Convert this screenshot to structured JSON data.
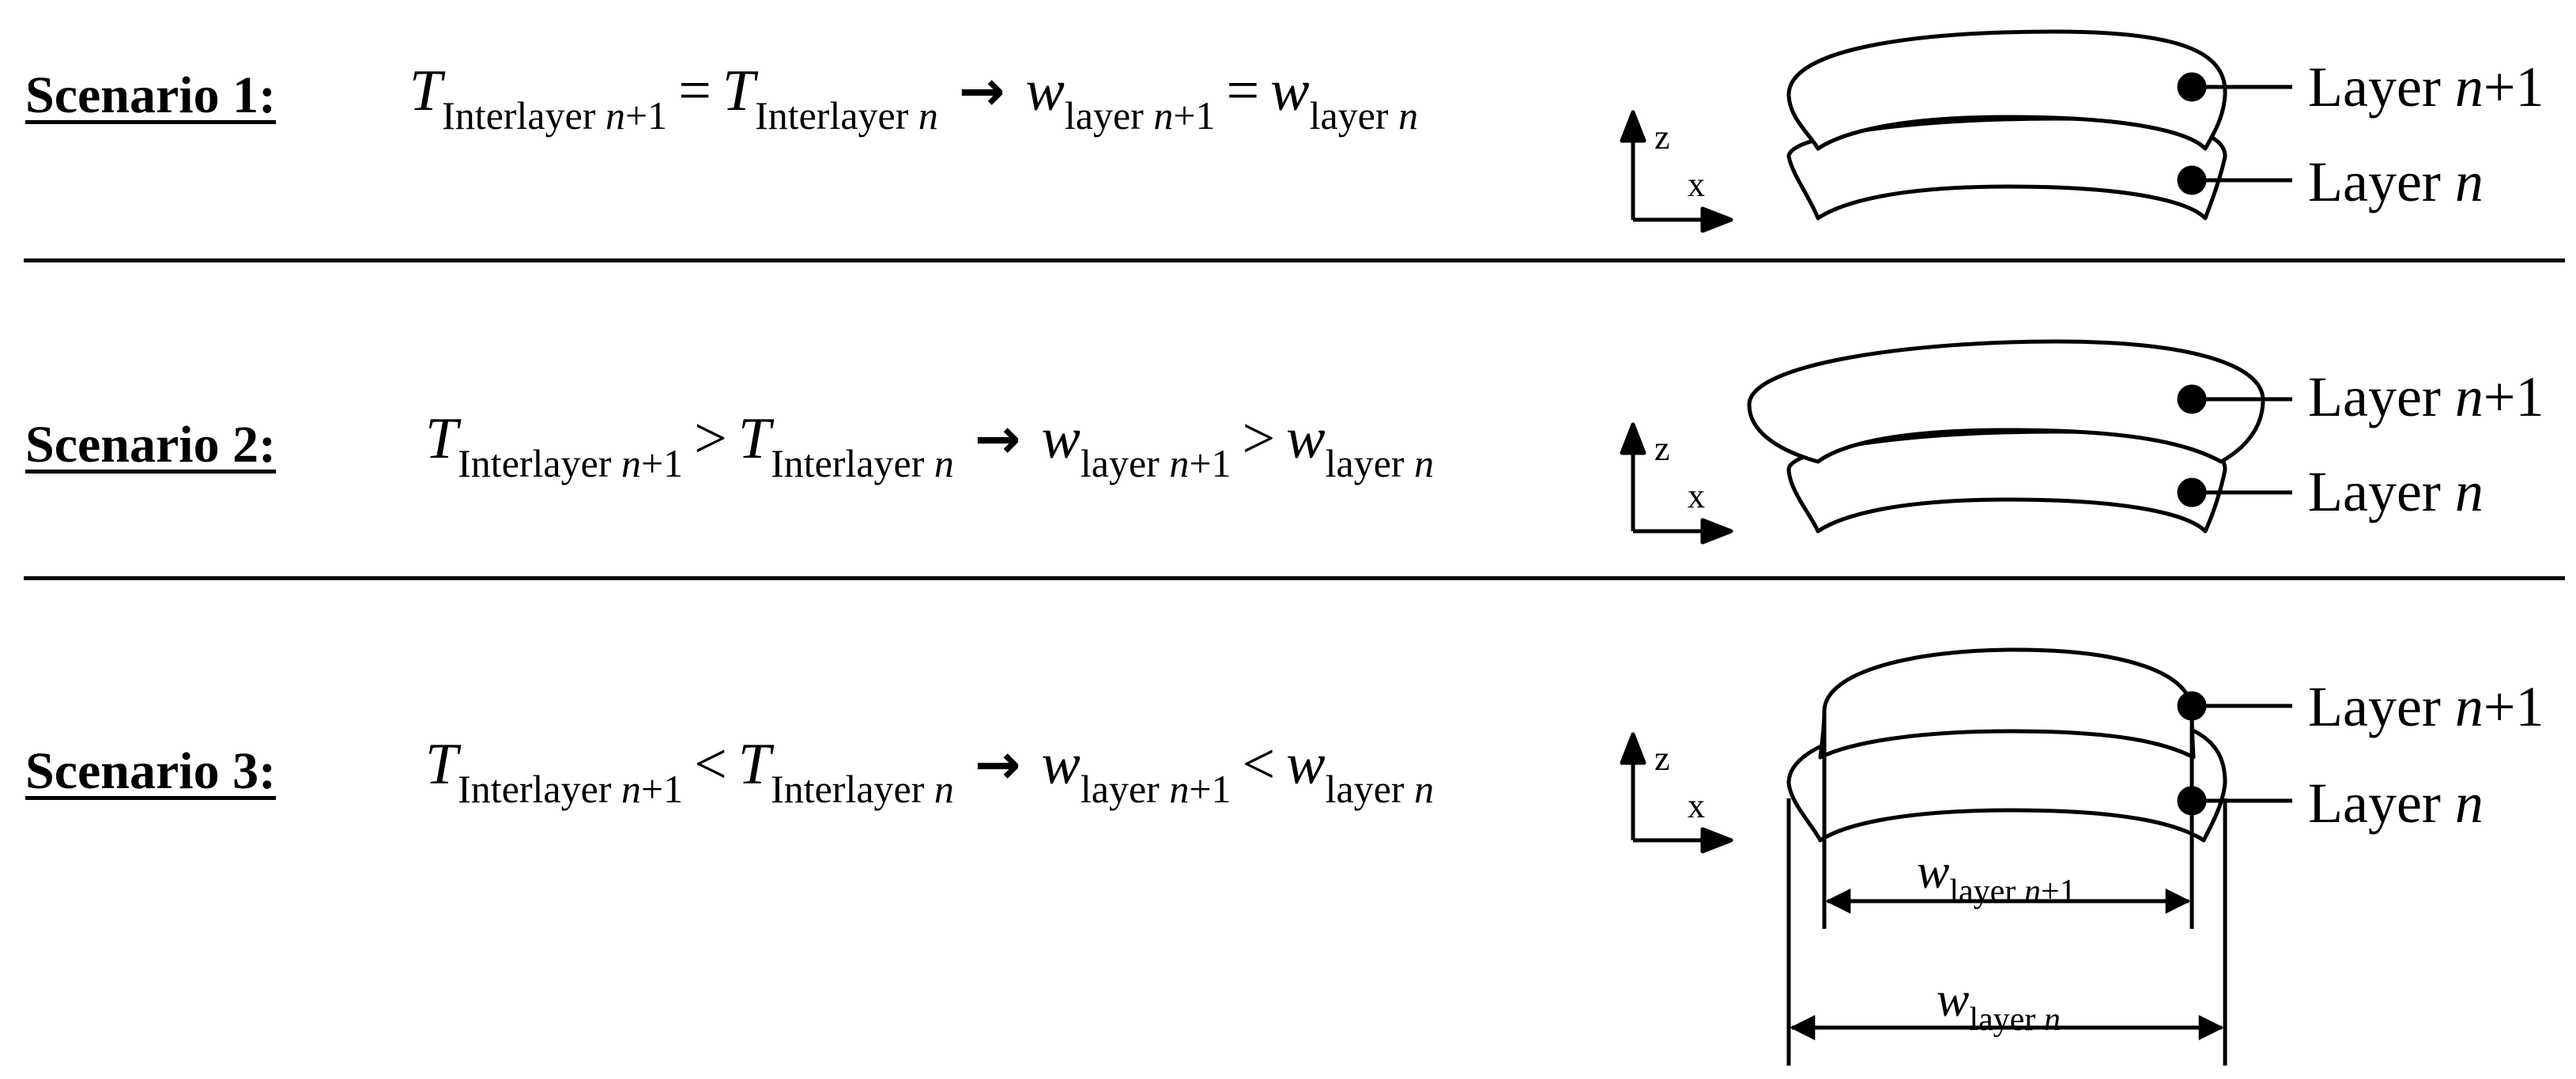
{
  "scenarios": [
    {
      "title": "Scenario 1:",
      "eq": {
        "T1": "T",
        "T1_sub": "Interlayer ",
        "T1_sub_n": "n",
        "T1_sub_tail": "+1",
        "op1": "=",
        "T2": "T",
        "T2_sub": "Interlayer ",
        "T2_sub_n": "n",
        "arrow": "→",
        "w1": "w",
        "w1_sub": "layer ",
        "w1_sub_n": "n",
        "w1_sub_tail": "+1",
        "op2": "=",
        "w2": "w",
        "w2_sub": "layer ",
        "w2_sub_n": "n"
      },
      "label_top": {
        "prefix": "Layer ",
        "n": "n",
        "suffix": "+1"
      },
      "label_bottom": {
        "prefix": "Layer ",
        "n": "n"
      },
      "axis": {
        "z": "z",
        "x": "x"
      }
    },
    {
      "title": "Scenario 2:",
      "eq": {
        "T1": "T",
        "T1_sub": "Interlayer ",
        "T1_sub_n": "n",
        "T1_sub_tail": "+1",
        "op1": ">",
        "T2": "T",
        "T2_sub": "Interlayer ",
        "T2_sub_n": "n",
        "arrow": "→",
        "w1": "w",
        "w1_sub": "layer ",
        "w1_sub_n": "n",
        "w1_sub_tail": "+1",
        "op2": ">",
        "w2": "w",
        "w2_sub": "layer ",
        "w2_sub_n": "n"
      },
      "label_top": {
        "prefix": "Layer ",
        "n": "n",
        "suffix": "+1"
      },
      "label_bottom": {
        "prefix": "Layer ",
        "n": "n"
      },
      "axis": {
        "z": "z",
        "x": "x"
      }
    },
    {
      "title": "Scenario 3:",
      "eq": {
        "T1": "T",
        "T1_sub": "Interlayer ",
        "T1_sub_n": "n",
        "T1_sub_tail": "+1",
        "op1": "<",
        "T2": "T",
        "T2_sub": "Interlayer ",
        "T2_sub_n": "n",
        "arrow": "→",
        "w1": "w",
        "w1_sub": "layer ",
        "w1_sub_n": "n",
        "w1_sub_tail": "+1",
        "op2": "<",
        "w2": "w",
        "w2_sub": "layer ",
        "w2_sub_n": "n"
      },
      "label_top": {
        "prefix": "Layer ",
        "n": "n",
        "suffix": "+1"
      },
      "label_bottom": {
        "prefix": "Layer ",
        "n": "n"
      },
      "axis": {
        "z": "z",
        "x": "x"
      },
      "width_labels": {
        "upper": {
          "w": "w",
          "sub": "layer ",
          "sub_n": "n",
          "sub_tail": "+1"
        },
        "lower": {
          "w": "w",
          "sub": "layer ",
          "sub_n": "n"
        }
      }
    }
  ]
}
